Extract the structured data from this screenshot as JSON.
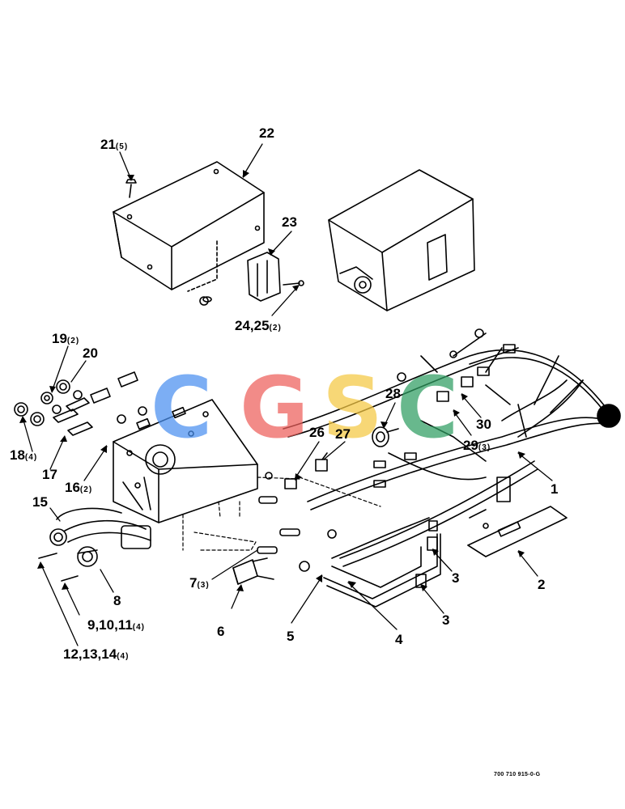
{
  "watermark": {
    "letters": [
      "C",
      "G",
      "S",
      "C"
    ],
    "colors": [
      "#4a90f0",
      "#ee5f5b",
      "#f5c842",
      "#2f9e62"
    ]
  },
  "drawing_code": "700 710 915-0-G",
  "labels": {
    "l1": {
      "num": "1",
      "qty": ""
    },
    "l2": {
      "num": "2",
      "qty": ""
    },
    "l3a": {
      "num": "3",
      "qty": ""
    },
    "l3b": {
      "num": "3",
      "qty": ""
    },
    "l4": {
      "num": "4",
      "qty": ""
    },
    "l5": {
      "num": "5",
      "qty": ""
    },
    "l6": {
      "num": "6",
      "qty": ""
    },
    "l7": {
      "num": "7",
      "qty": "(3)"
    },
    "l8": {
      "num": "8",
      "qty": ""
    },
    "l9": {
      "num": "9,10,11",
      "qty": "(4)"
    },
    "l12": {
      "num": "12,13,14",
      "qty": "(4)"
    },
    "l15": {
      "num": "15",
      "qty": ""
    },
    "l16": {
      "num": "16",
      "qty": "(2)"
    },
    "l17": {
      "num": "17",
      "qty": ""
    },
    "l18": {
      "num": "18",
      "qty": "(4)"
    },
    "l19": {
      "num": "19",
      "qty": "(2)"
    },
    "l20": {
      "num": "20",
      "qty": ""
    },
    "l21": {
      "num": "21",
      "qty": "(5)"
    },
    "l22": {
      "num": "22",
      "qty": ""
    },
    "l23": {
      "num": "23",
      "qty": ""
    },
    "l24": {
      "num": "24,25",
      "qty": "(2)"
    },
    "l26": {
      "num": "26",
      "qty": ""
    },
    "l27": {
      "num": "27",
      "qty": ""
    },
    "l28": {
      "num": "28",
      "qty": ""
    },
    "l29": {
      "num": "29",
      "qty": "(3)"
    },
    "l30": {
      "num": "30",
      "qty": ""
    }
  }
}
